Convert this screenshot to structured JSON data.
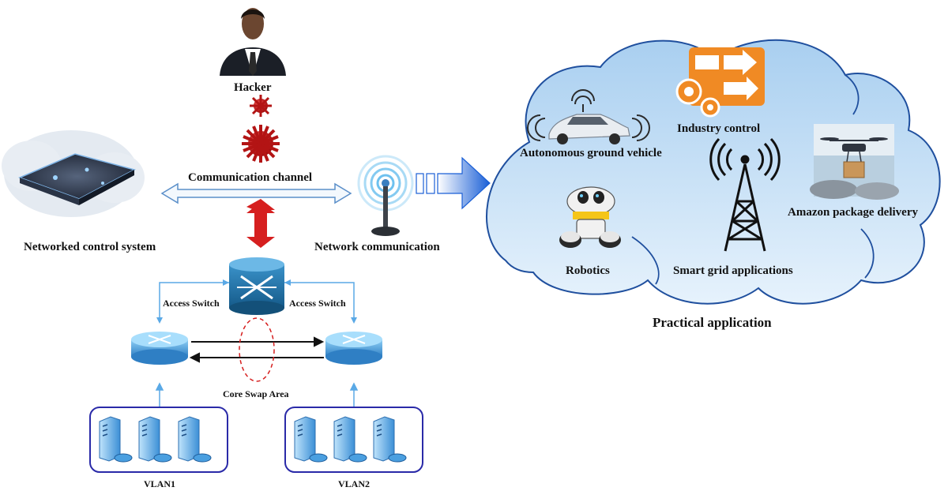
{
  "labels": {
    "hacker": "Hacker",
    "communication_channel": "Communication channel",
    "networked_control_system": "Networked control system",
    "network_communication": "Network communication",
    "access_switch_left": "Access Switch",
    "access_switch_right": "Access Switch",
    "core_swap_area": "Core Swap Area",
    "vlan1": "VLAN1",
    "vlan2": "VLAN2",
    "practical_application": "Practical application"
  },
  "applications": {
    "autonomous_vehicle": "Autonomous ground vehicle",
    "industry_control": "Industry control",
    "amazon_delivery": "Amazon package delivery",
    "robotics": "Robotics",
    "smart_grid": "Smart grid applications"
  },
  "colors": {
    "cloud_fill": "#c9e2f7",
    "cloud_stroke": "#1f4f9e",
    "big_arrow": "#1a5fd6",
    "attack_red": "#d61f1f",
    "link_blue": "#5aa9e6",
    "vlan_box": "#2a2aa8",
    "router_blue": "#3f8fd0",
    "core_switch": "#1e6a9c",
    "industry_orange": "#f08a24"
  },
  "icons": [
    "hacker-icon",
    "virus-icon",
    "nc-system-icon",
    "antenna-icon",
    "router-icon",
    "core-switch-icon",
    "server-icon",
    "car-icon",
    "industry-icon",
    "drone-icon",
    "robot-icon",
    "tower-icon"
  ]
}
